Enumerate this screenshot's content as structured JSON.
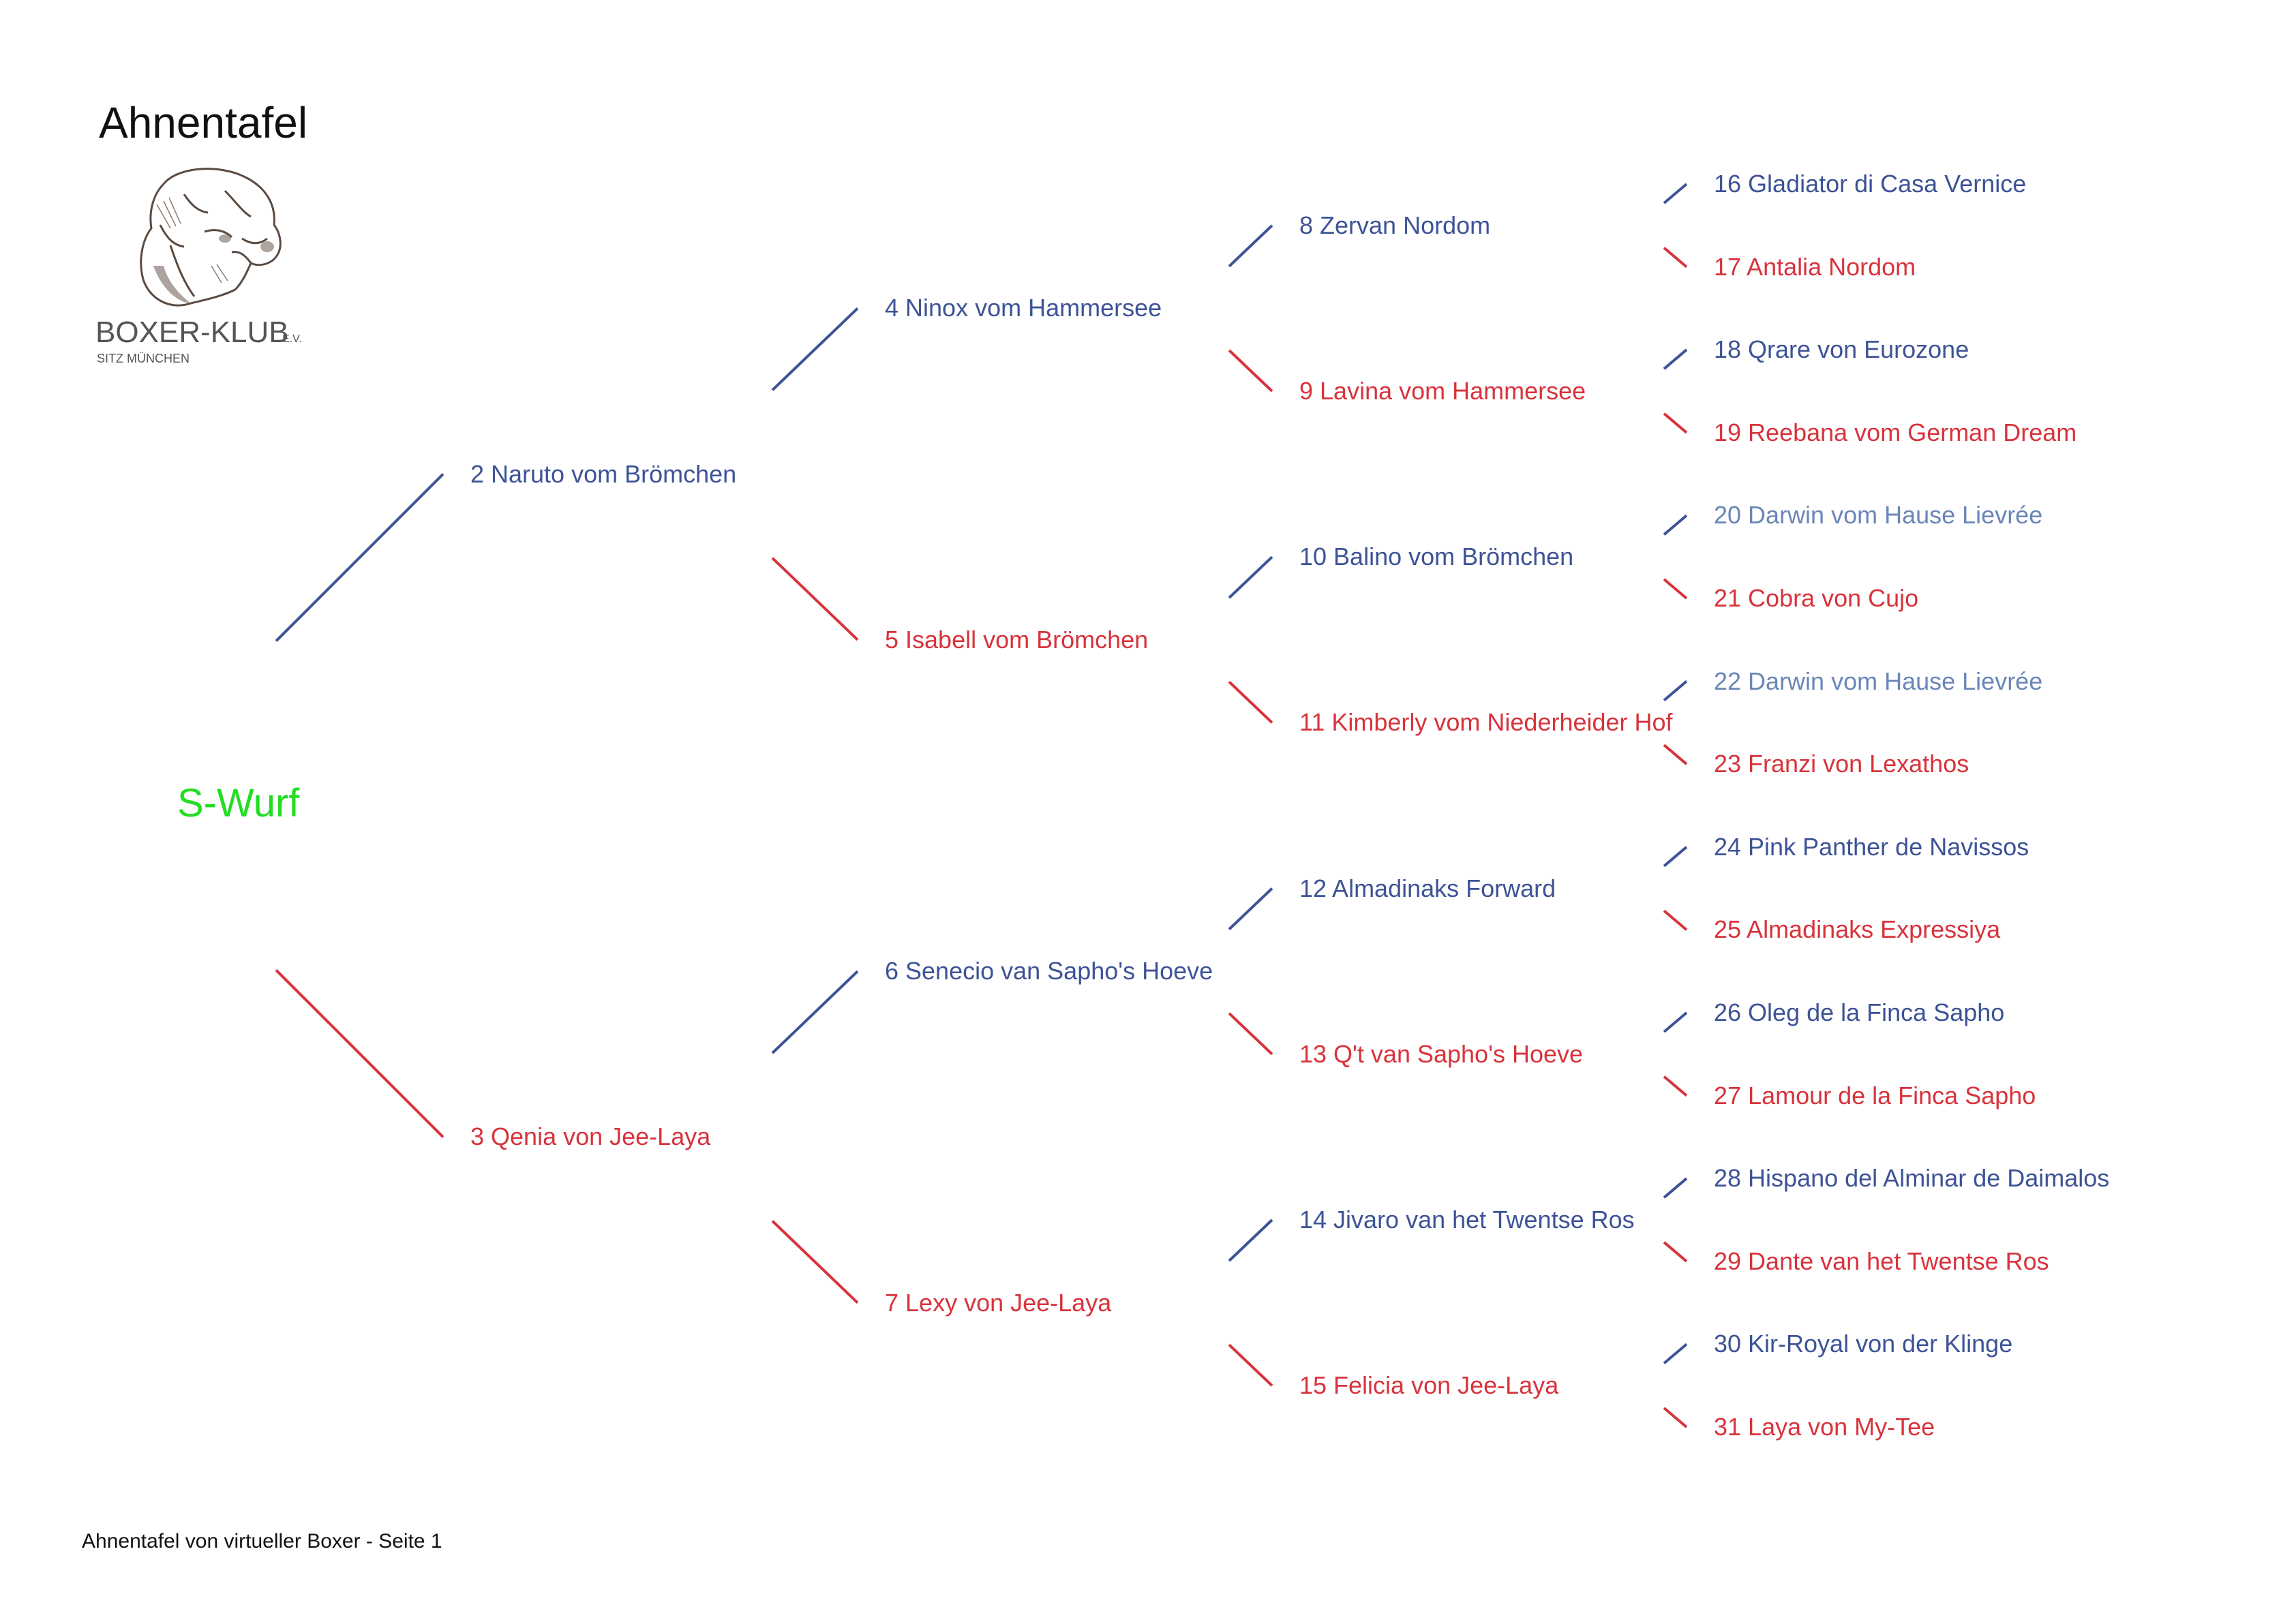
{
  "header": {
    "title": "Ahnentafel"
  },
  "logo": {
    "name": "BOXER-KLUB",
    "suffix": "E.V.",
    "subtitle": "SITZ MÜNCHEN",
    "icon": "boxer-dog-head"
  },
  "litter": {
    "label": "S-Wurf",
    "color": "#22dd22"
  },
  "colors": {
    "male": "#3d5396",
    "female": "#d8333c",
    "male_light": "#6a86b8"
  },
  "pedigree": [
    {
      "n": 2,
      "name": "2 Naruto vom Brömchen",
      "sex": "m"
    },
    {
      "n": 3,
      "name": "3 Qenia von Jee-Laya",
      "sex": "f"
    },
    {
      "n": 4,
      "name": "4 Ninox vom Hammersee",
      "sex": "m"
    },
    {
      "n": 5,
      "name": "5 Isabell vom Brömchen",
      "sex": "f"
    },
    {
      "n": 6,
      "name": "6 Senecio van Sapho's Hoeve",
      "sex": "m"
    },
    {
      "n": 7,
      "name": "7 Lexy von Jee-Laya",
      "sex": "f"
    },
    {
      "n": 8,
      "name": "8 Zervan Nordom",
      "sex": "m"
    },
    {
      "n": 9,
      "name": "9 Lavina vom Hammersee",
      "sex": "f"
    },
    {
      "n": 10,
      "name": "10 Balino vom Brömchen",
      "sex": "m"
    },
    {
      "n": 11,
      "name": "11 Kimberly vom Niederheider Hof",
      "sex": "f"
    },
    {
      "n": 12,
      "name": "12 Almadinaks Forward",
      "sex": "m"
    },
    {
      "n": 13,
      "name": "13 Q't van Sapho's Hoeve",
      "sex": "f"
    },
    {
      "n": 14,
      "name": "14 Jivaro van het Twentse Ros",
      "sex": "m"
    },
    {
      "n": 15,
      "name": "15 Felicia von Jee-Laya",
      "sex": "f"
    },
    {
      "n": 16,
      "name": "16 Gladiator di Casa Vernice",
      "sex": "m"
    },
    {
      "n": 17,
      "name": "17 Antalia Nordom",
      "sex": "f"
    },
    {
      "n": 18,
      "name": "18 Qrare von Eurozone",
      "sex": "m"
    },
    {
      "n": 19,
      "name": "19 Reebana vom German Dream",
      "sex": "f"
    },
    {
      "n": 20,
      "name": "20 Darwin vom Hause Lievrée",
      "sex": "m2"
    },
    {
      "n": 21,
      "name": "21 Cobra von Cujo",
      "sex": "f"
    },
    {
      "n": 22,
      "name": "22 Darwin vom Hause Lievrée",
      "sex": "m2"
    },
    {
      "n": 23,
      "name": "23 Franzi von Lexathos",
      "sex": "f"
    },
    {
      "n": 24,
      "name": "24 Pink Panther de Navissos",
      "sex": "m"
    },
    {
      "n": 25,
      "name": "25 Almadinaks Expressiya",
      "sex": "f"
    },
    {
      "n": 26,
      "name": "26 Oleg de la Finca Sapho",
      "sex": "m"
    },
    {
      "n": 27,
      "name": "27 Lamour de la Finca Sapho",
      "sex": "f"
    },
    {
      "n": 28,
      "name": "28 Hispano del Alminar de Daimalos",
      "sex": "m"
    },
    {
      "n": 29,
      "name": "29 Dante van het Twentse Ros",
      "sex": "f"
    },
    {
      "n": 30,
      "name": "30 Kir-Royal von der Klinge",
      "sex": "m"
    },
    {
      "n": 31,
      "name": "31 Laya von My-Tee",
      "sex": "f"
    }
  ],
  "footer": {
    "text": "Ahnentafel von virtueller Boxer - Seite 1"
  }
}
